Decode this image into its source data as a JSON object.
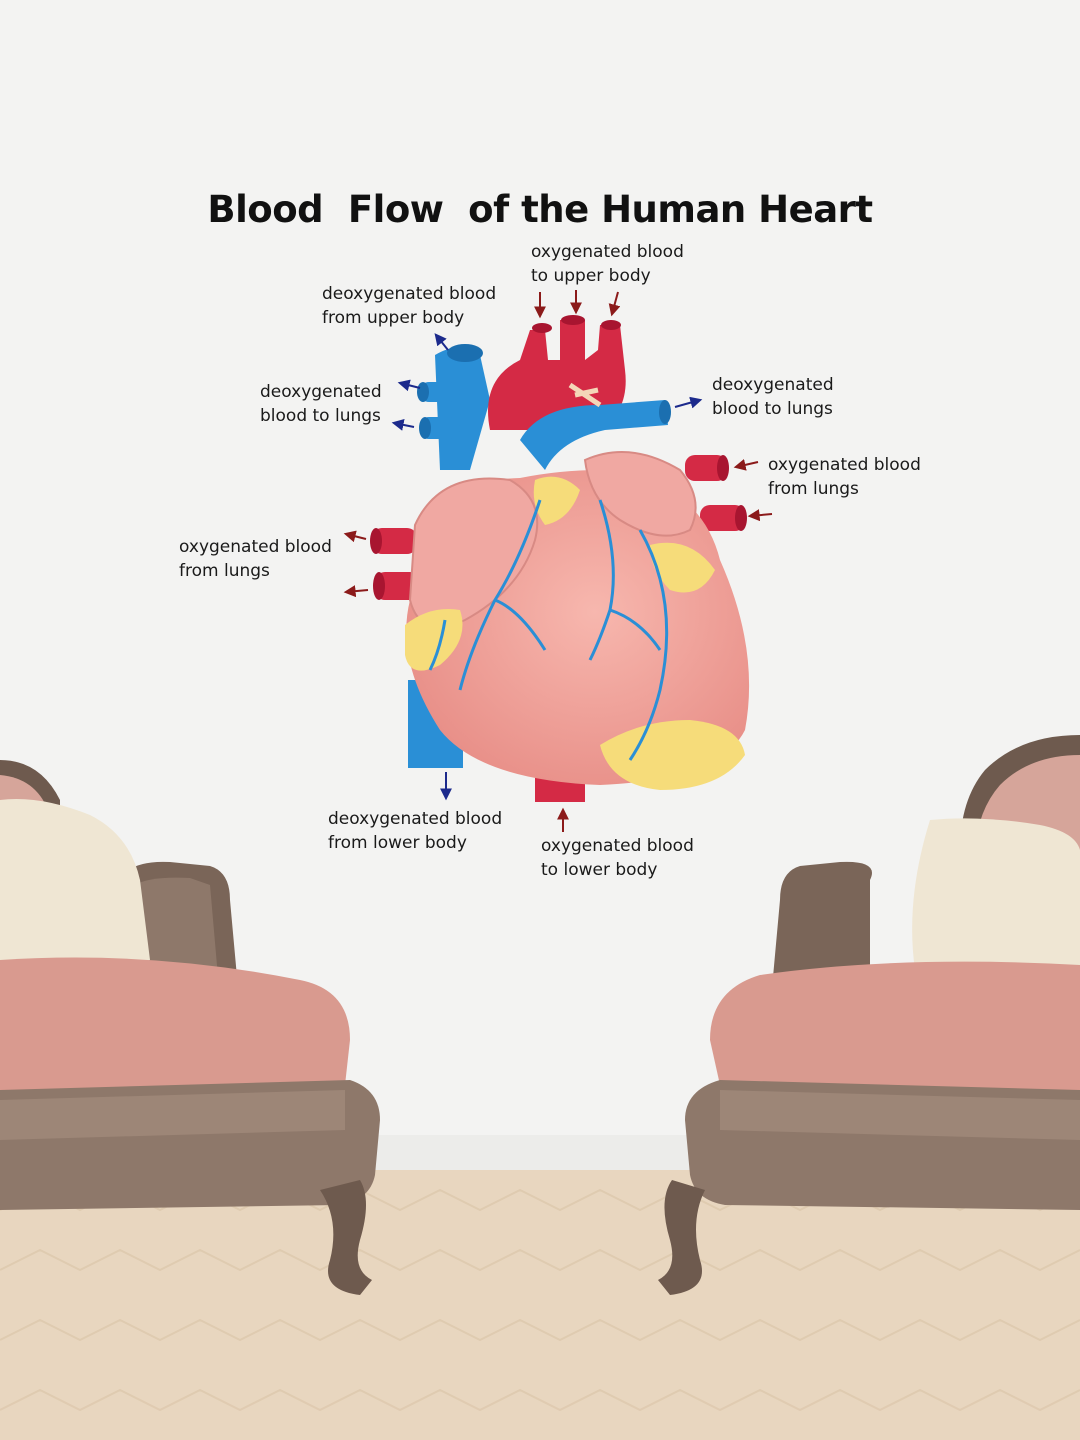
{
  "diagram": {
    "title": "Blood  Flow  of the Human Heart",
    "labels": {
      "oxy_upper": {
        "line1": "oxygenated blood",
        "line2": "to upper body"
      },
      "deoxy_upper": {
        "line1": "deoxygenated blood",
        "line2": "from upper body"
      },
      "deoxy_lungs_left": {
        "line1": "deoxygenated",
        "line2": "blood to lungs"
      },
      "deoxy_lungs_right": {
        "line1": "deoxygenated",
        "line2": "blood to lungs"
      },
      "oxy_lungs_right": {
        "line1": "oxygenated blood",
        "line2": "from lungs"
      },
      "oxy_lungs_left": {
        "line1": "oxygenated blood",
        "line2": "from lungs"
      },
      "deoxy_lower": {
        "line1": "deoxygenated blood",
        "line2": "from lower body"
      },
      "oxy_lower": {
        "line1": "oxygenated blood",
        "line2": "to lower body"
      }
    },
    "colors": {
      "oxygenated": "#d42a45",
      "deoxygenated": "#2a8fd6",
      "arrow_oxygenated": "#8b1a1a",
      "arrow_deoxygenated": "#1c2a8c",
      "heart_muscle": "#f2a49e",
      "fat": "#f6dc7a",
      "wall": "#f3f3f2",
      "floor": "#e8d6bf",
      "chair_seat": "#d99a8f",
      "chair_frame": "#6e5a4e",
      "pillow": "#efe6d3"
    }
  }
}
